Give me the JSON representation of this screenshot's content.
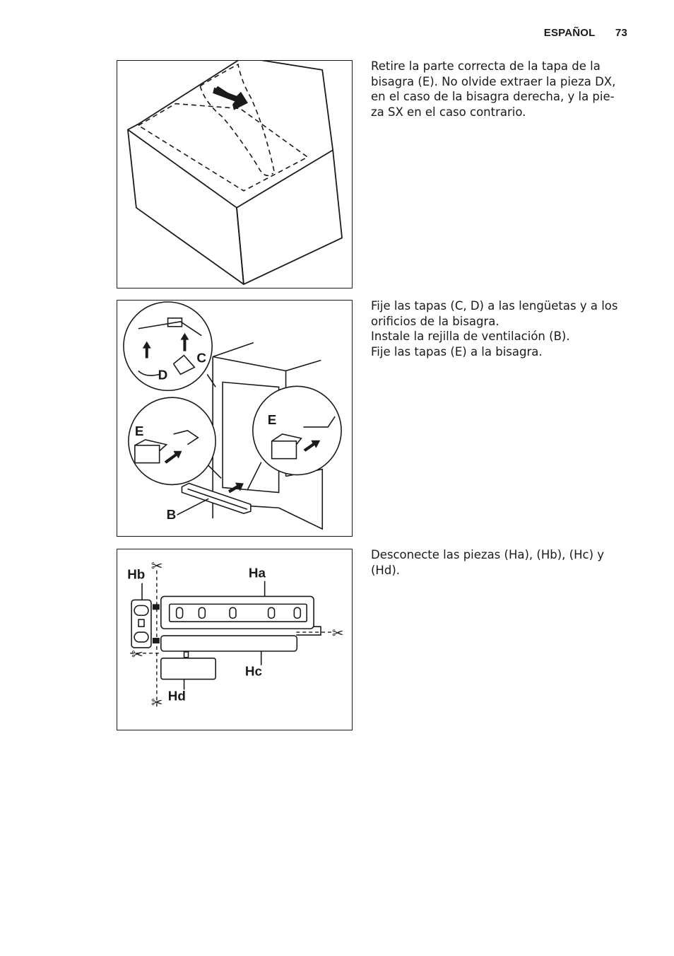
{
  "header": {
    "section": "ESPAÑOL",
    "page_number": "73"
  },
  "steps": [
    {
      "text_lines": [
        "Retire la parte correcta de la tapa de la",
        "bisagra (E). No olvide extraer la pieza DX,",
        "en el caso de la bisagra derecha, y la pie-",
        "za SX en el caso contrario."
      ]
    },
    {
      "text_lines": [
        "Fije las tapas (C, D) a las lengüetas y a los",
        "orificios de la bisagra.",
        "Instale la rejilla de ventilación (B).",
        "Fije las tapas (E) a la bisagra."
      ],
      "labels": {
        "c": "C",
        "d": "D",
        "e_left": "E",
        "e_right": "E",
        "b": "B"
      }
    },
    {
      "text_lines": [
        "Desconecte las piezas (Ha), (Hb), (Hc) y",
        "(Hd)."
      ],
      "labels": {
        "ha": "Ha",
        "hb": "Hb",
        "hc": "Hc",
        "hd": "Hd"
      }
    }
  ]
}
